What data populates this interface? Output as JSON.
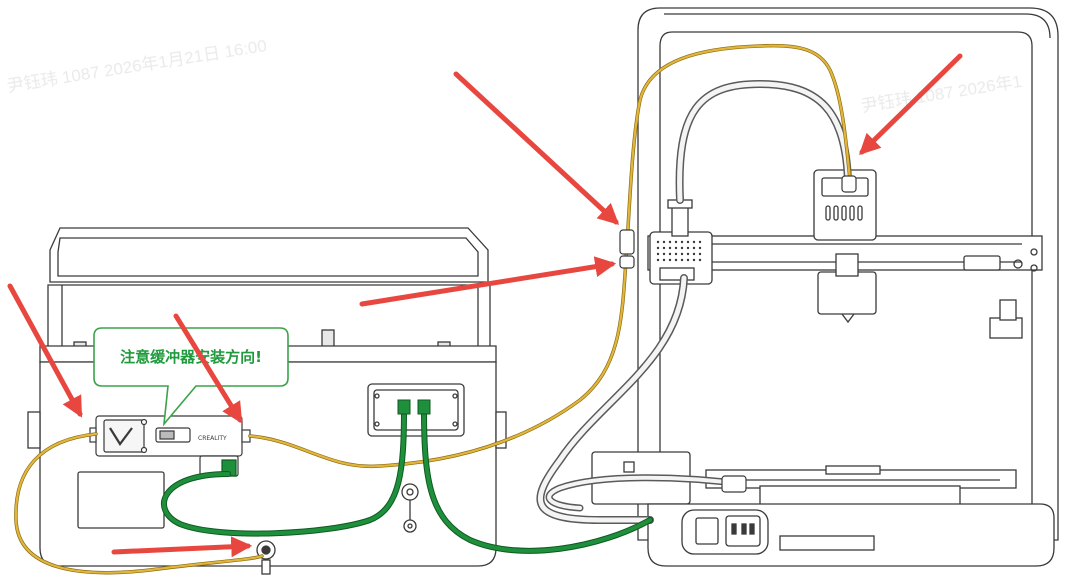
{
  "callout": {
    "text": "注意缓冲器安装方向!"
  },
  "watermarks": [
    {
      "text": "尹钰玮 1087 2026年1月21日 16:00"
    },
    {
      "text": "尹钰玮 1087 2026年1"
    }
  ],
  "buffer": {
    "brand_text": "CREALITY"
  },
  "colors": {
    "arrow": "#e8473f",
    "filament": "#e2b63c",
    "green_tube": "#1e8f3b",
    "white_tube": "#f2f2f2",
    "callout_border": "#3aa34a",
    "callout_text": "#1f9a3c",
    "line": "#3a3a3a"
  },
  "arrows": [
    {
      "id": "left-buffer-input"
    },
    {
      "id": "right-buffer-output"
    },
    {
      "id": "bottom-spool-holder"
    },
    {
      "id": "frame-upper-clip"
    },
    {
      "id": "frame-lower-clip"
    },
    {
      "id": "toolhead-inlet"
    }
  ]
}
